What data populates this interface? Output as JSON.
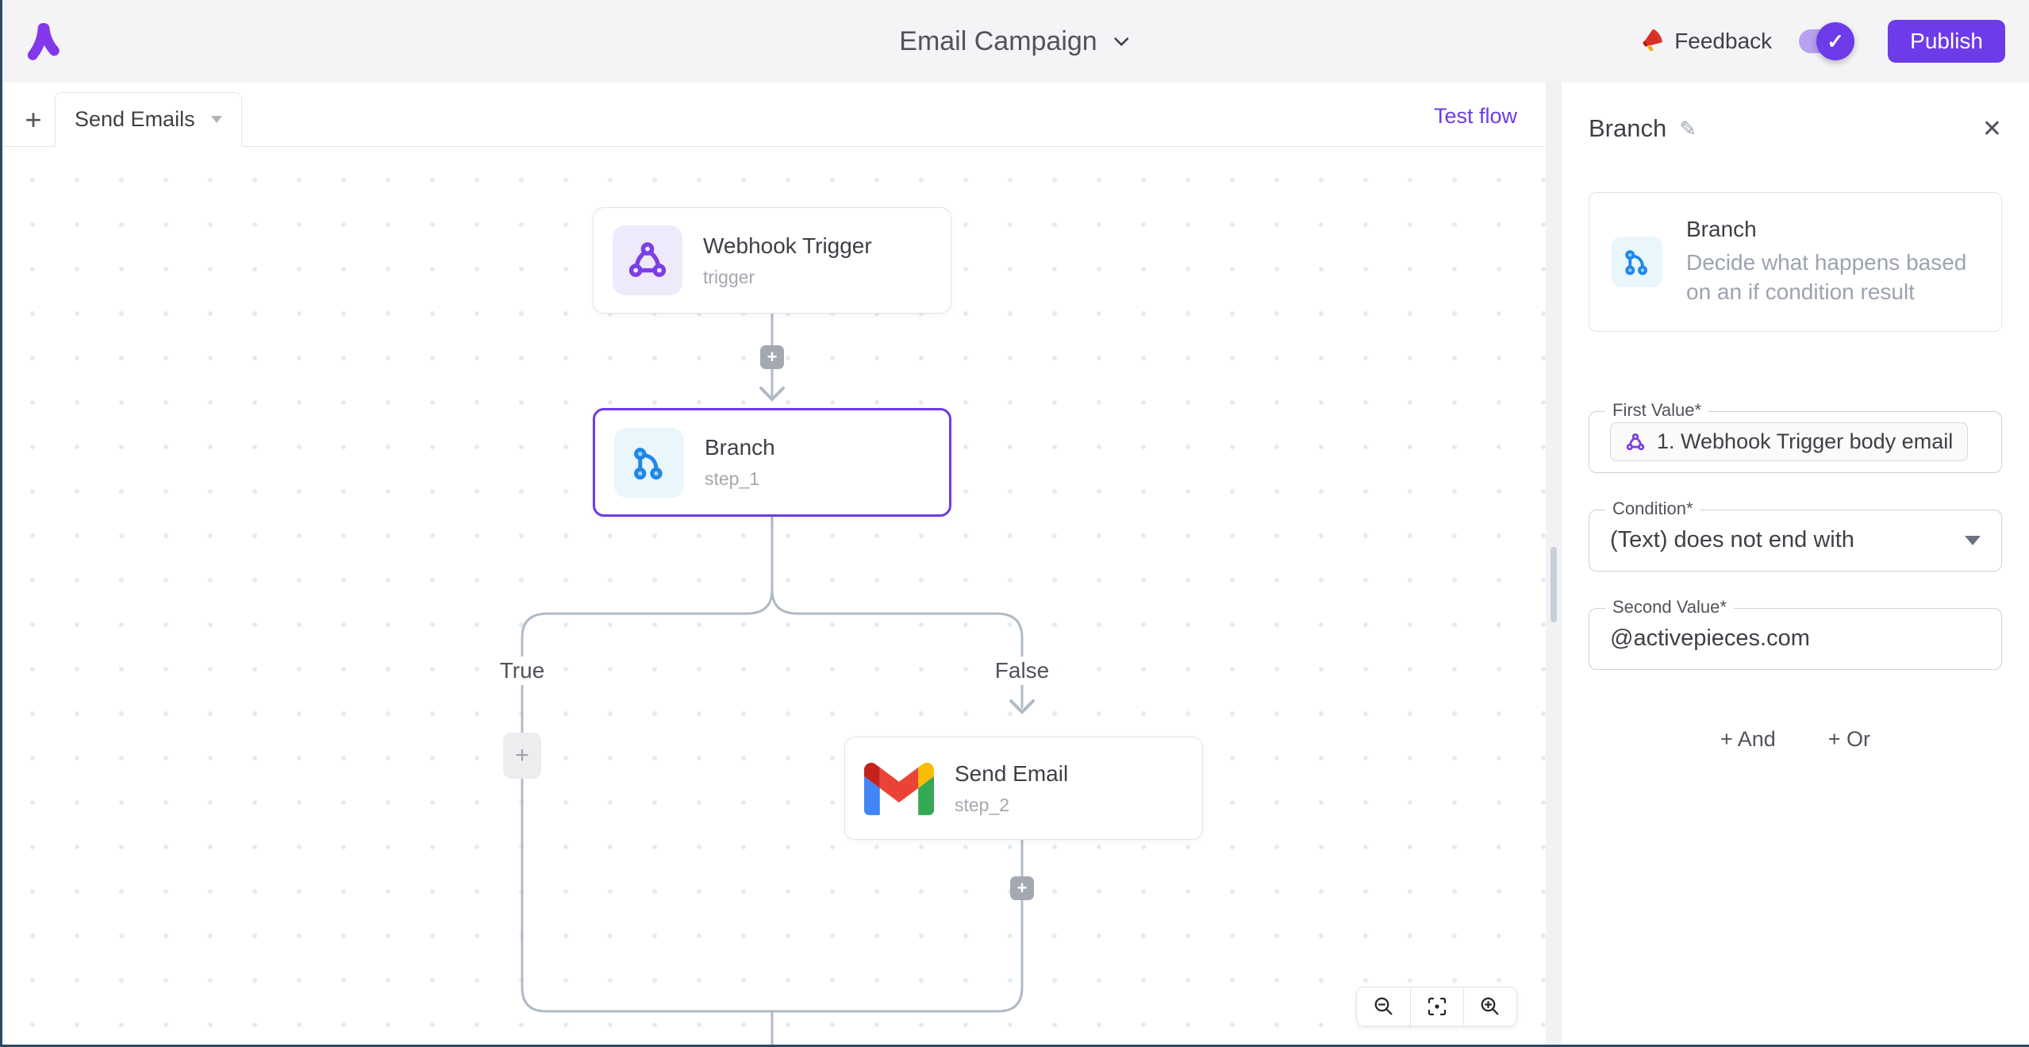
{
  "header": {
    "flow_title": "Email Campaign",
    "feedback_label": "Feedback",
    "publish_label": "Publish"
  },
  "toggle": {
    "state": "on",
    "check": "✓"
  },
  "tabbar": {
    "add_label": "+",
    "active_tab": "Send Emails",
    "test_flow_label": "Test flow"
  },
  "canvas": {
    "nodes": [
      {
        "title": "Webhook Trigger",
        "subtitle": "trigger"
      },
      {
        "title": "Branch",
        "subtitle": "step_1"
      },
      {
        "title": "Send Email",
        "subtitle": "step_2"
      }
    ],
    "branch_labels": {
      "true": "True",
      "false": "False"
    },
    "plus": "+"
  },
  "panel": {
    "title": "Branch",
    "edit_icon": "✎",
    "close_icon": "✕",
    "card": {
      "name": "Branch",
      "description": "Decide what happens based on an if condition result"
    },
    "fields": {
      "first_value": {
        "label": "First Value*",
        "token": "1. Webhook Trigger body email"
      },
      "condition": {
        "label": "Condition*",
        "value": "(Text) does not end with"
      },
      "second_value": {
        "label": "Second Value*",
        "value": "@activepieces.com"
      }
    },
    "and_label": "+ And",
    "or_label": "+ Or"
  },
  "colors": {
    "accent_purple": "#6d3be8",
    "edge_gray": "#b0bac6",
    "branch_blue": "#1f87e8",
    "webhook_purple": "#7b3fe4",
    "gmail": [
      "#4285f4",
      "#34a853",
      "#fbbc04",
      "#ea4335",
      "#c5221f"
    ]
  }
}
